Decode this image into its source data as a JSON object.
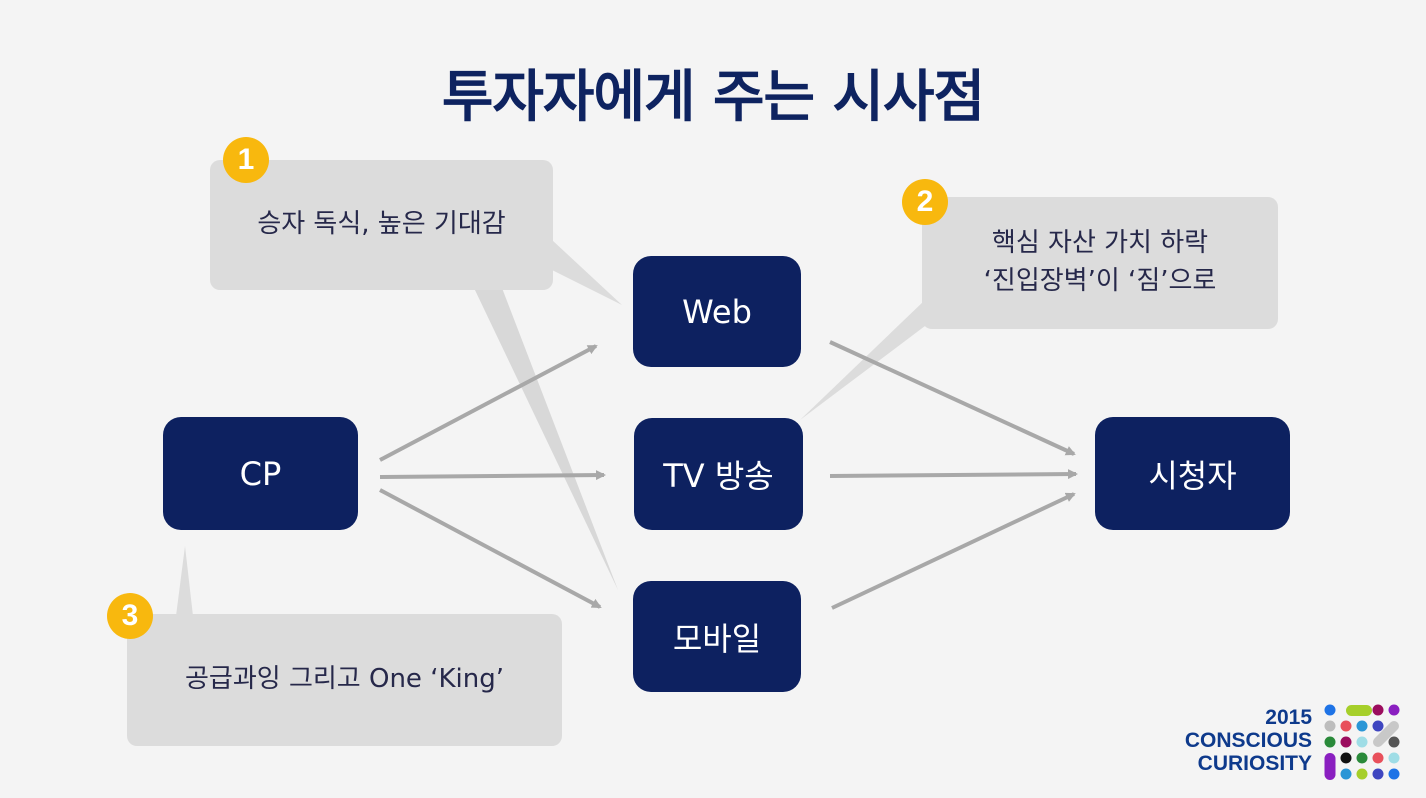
{
  "title": "투자자에게 주는 시사점",
  "nodes": {
    "cp": "CP",
    "web": "Web",
    "tv": "TV 방송",
    "mobile": "모바일",
    "viewer": "시청자"
  },
  "edges": [
    {
      "from": "CP",
      "to": "Web"
    },
    {
      "from": "CP",
      "to": "TV 방송"
    },
    {
      "from": "CP",
      "to": "모바일"
    },
    {
      "from": "Web",
      "to": "시청자"
    },
    {
      "from": "TV 방송",
      "to": "시청자"
    },
    {
      "from": "모바일",
      "to": "시청자"
    }
  ],
  "callouts": [
    {
      "number": "1",
      "lines": [
        "승자 독식, 높은 기대감"
      ],
      "points_to": [
        "Web",
        "모바일"
      ]
    },
    {
      "number": "2",
      "lines": [
        "핵심 자산 가치 하락",
        "‘진입장벽’이 ‘짐’으로"
      ],
      "points_to": [
        "TV 방송"
      ]
    },
    {
      "number": "3",
      "lines": [
        "공급과잉 그리고 One ‘King’"
      ],
      "points_to": [
        "CP"
      ]
    }
  ],
  "logo": {
    "year": "2015",
    "line1": "CONSCIOUS",
    "line2": "CURIOSITY"
  },
  "colors": {
    "node_fill": "#0d2160",
    "title": "#0e2360",
    "callout_fill": "#dcdcdc",
    "badge": "#f8b80e",
    "arrow": "#a8a8a8"
  }
}
